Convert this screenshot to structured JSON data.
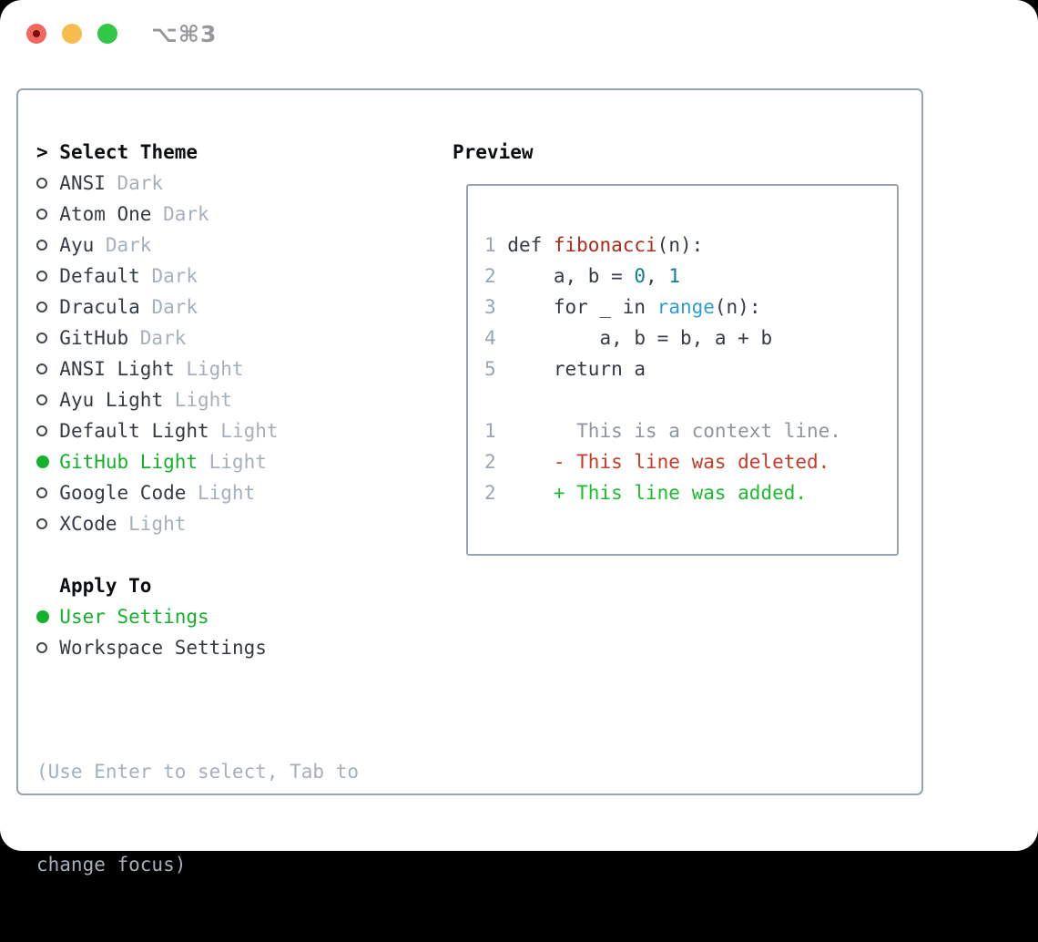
{
  "titlebar": {
    "title": "⌥⌘3"
  },
  "colors": {
    "window_bg": "#ffffff",
    "border": "#9aa4b0",
    "traffic_red": "#f0695e",
    "traffic_red_dot": "#7d100d",
    "traffic_yellow": "#f6bd4e",
    "traffic_green": "#33c748",
    "title_gray": "#97989c",
    "header_black": "#0b0e11",
    "text_dark": "#343b43",
    "muted": "#a6b0bc",
    "line_number": "#9aa5b4",
    "context": "#8e959d",
    "green": "#14b22b",
    "added": "#1cbd2d",
    "deleted": "#c53b27",
    "function_red": "#ad2a1a",
    "builtin_blue": "#2f9ed4",
    "number_teal": "#0c8186"
  },
  "menu_rows": [
    {
      "type": "header",
      "prefix": ">",
      "label": "Select Theme"
    },
    {
      "type": "option",
      "name": "ANSI",
      "tag": "Dark",
      "selected": false
    },
    {
      "type": "option",
      "name": "Atom One",
      "tag": "Dark",
      "selected": false
    },
    {
      "type": "option",
      "name": "Ayu",
      "tag": "Dark",
      "selected": false
    },
    {
      "type": "option",
      "name": "Default",
      "tag": "Dark",
      "selected": false
    },
    {
      "type": "option",
      "name": "Dracula",
      "tag": "Dark",
      "selected": false
    },
    {
      "type": "option",
      "name": "GitHub",
      "tag": "Dark",
      "selected": false
    },
    {
      "type": "option",
      "name": "ANSI Light",
      "tag": "Light",
      "selected": false
    },
    {
      "type": "option",
      "name": "Ayu Light",
      "tag": "Light",
      "selected": false
    },
    {
      "type": "option",
      "name": "Default Light",
      "tag": "Light",
      "selected": false
    },
    {
      "type": "option",
      "name": "GitHub Light",
      "tag": "Light",
      "selected": true
    },
    {
      "type": "option",
      "name": "Google Code",
      "tag": "Light",
      "selected": false
    },
    {
      "type": "option",
      "name": "XCode",
      "tag": "Light",
      "selected": false
    },
    {
      "type": "blank"
    },
    {
      "type": "subheader",
      "label": "Apply To"
    },
    {
      "type": "option",
      "name": "User Settings",
      "tag": "",
      "selected": true
    },
    {
      "type": "option",
      "name": "Workspace Settings",
      "tag": "",
      "selected": false
    }
  ],
  "help": {
    "line1": "(Use Enter to select, Tab to",
    "line2": "change focus)"
  },
  "preview": {
    "title": "Preview",
    "code_lines": [
      [
        {
          "t": "1",
          "c": "ln"
        },
        {
          "t": " def ",
          "c": "code"
        },
        {
          "t": "fibonacci",
          "c": "fn"
        },
        {
          "t": "(n):",
          "c": "code"
        }
      ],
      [
        {
          "t": "2",
          "c": "ln"
        },
        {
          "t": "     a, b = ",
          "c": "code"
        },
        {
          "t": "0",
          "c": "num"
        },
        {
          "t": ", ",
          "c": "code"
        },
        {
          "t": "1",
          "c": "num"
        }
      ],
      [
        {
          "t": "3",
          "c": "ln"
        },
        {
          "t": "     for _ in ",
          "c": "code"
        },
        {
          "t": "range",
          "c": "bi"
        },
        {
          "t": "(n):",
          "c": "code"
        }
      ],
      [
        {
          "t": "4",
          "c": "ln"
        },
        {
          "t": "         a, b = b, a + b",
          "c": "code"
        }
      ],
      [
        {
          "t": "5",
          "c": "ln"
        },
        {
          "t": "     return a",
          "c": "code"
        }
      ],
      [],
      [
        {
          "t": "1",
          "c": "ln"
        },
        {
          "t": "       This is a context line.",
          "c": "ctx"
        }
      ],
      [
        {
          "t": "2",
          "c": "ln"
        },
        {
          "t": "     ",
          "c": "code"
        },
        {
          "t": "- This line was deleted.",
          "c": "del"
        }
      ],
      [
        {
          "t": "2",
          "c": "ln"
        },
        {
          "t": "     ",
          "c": "code"
        },
        {
          "t": "+ This line was added.",
          "c": "add"
        }
      ]
    ]
  }
}
